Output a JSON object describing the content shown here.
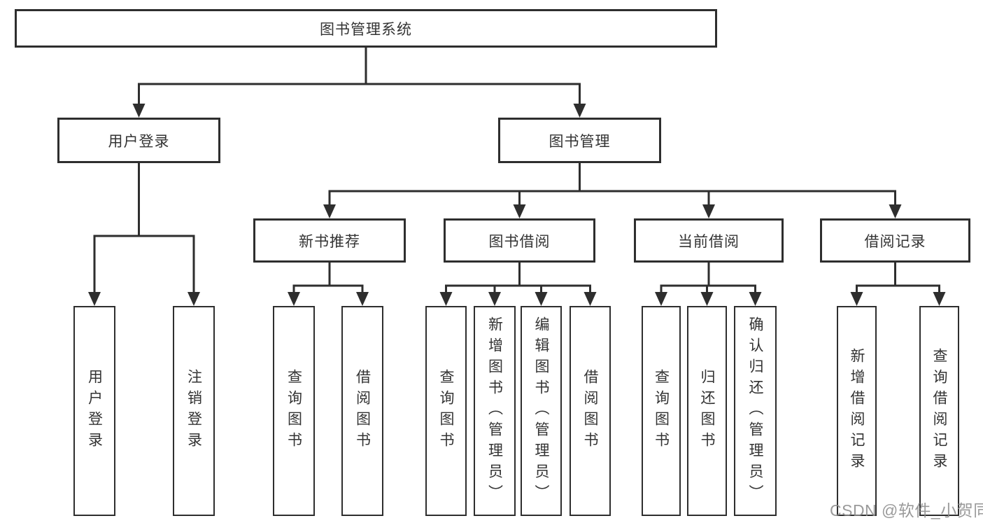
{
  "diagram": {
    "title_node": {
      "label": "图书管理系统"
    },
    "level2": [
      {
        "label": "用户登录"
      },
      {
        "label": "图书管理"
      }
    ],
    "level3": [
      {
        "label": "新书推荐"
      },
      {
        "label": "图书借阅"
      },
      {
        "label": "当前借阅"
      },
      {
        "label": "借阅记录"
      }
    ],
    "leaves": {
      "user_login": [
        {
          "label": "用户登录"
        },
        {
          "label": "注销登录"
        }
      ],
      "new_books": [
        {
          "label": "查询图书"
        },
        {
          "label": "借阅图书"
        }
      ],
      "book_borrow": [
        {
          "label": "查询图书"
        },
        {
          "label": "新增图书（管理员）"
        },
        {
          "label": "编辑图书（管理员）"
        },
        {
          "label": "借阅图书"
        }
      ],
      "current_borrow": [
        {
          "label": "查询图书"
        },
        {
          "label": "归还图书"
        },
        {
          "label": "确认归还（管理员）"
        }
      ],
      "borrow_records": [
        {
          "label": "新增借阅记录"
        },
        {
          "label": "查询借阅记录"
        }
      ]
    },
    "colors": {
      "line": "#2e2e2e",
      "box_border": "#2e2e2e",
      "text": "#333333",
      "background": "#ffffff",
      "watermark": "#8c8c8c"
    }
  },
  "watermark": {
    "text": "CSDN @软件_小贺同学"
  }
}
